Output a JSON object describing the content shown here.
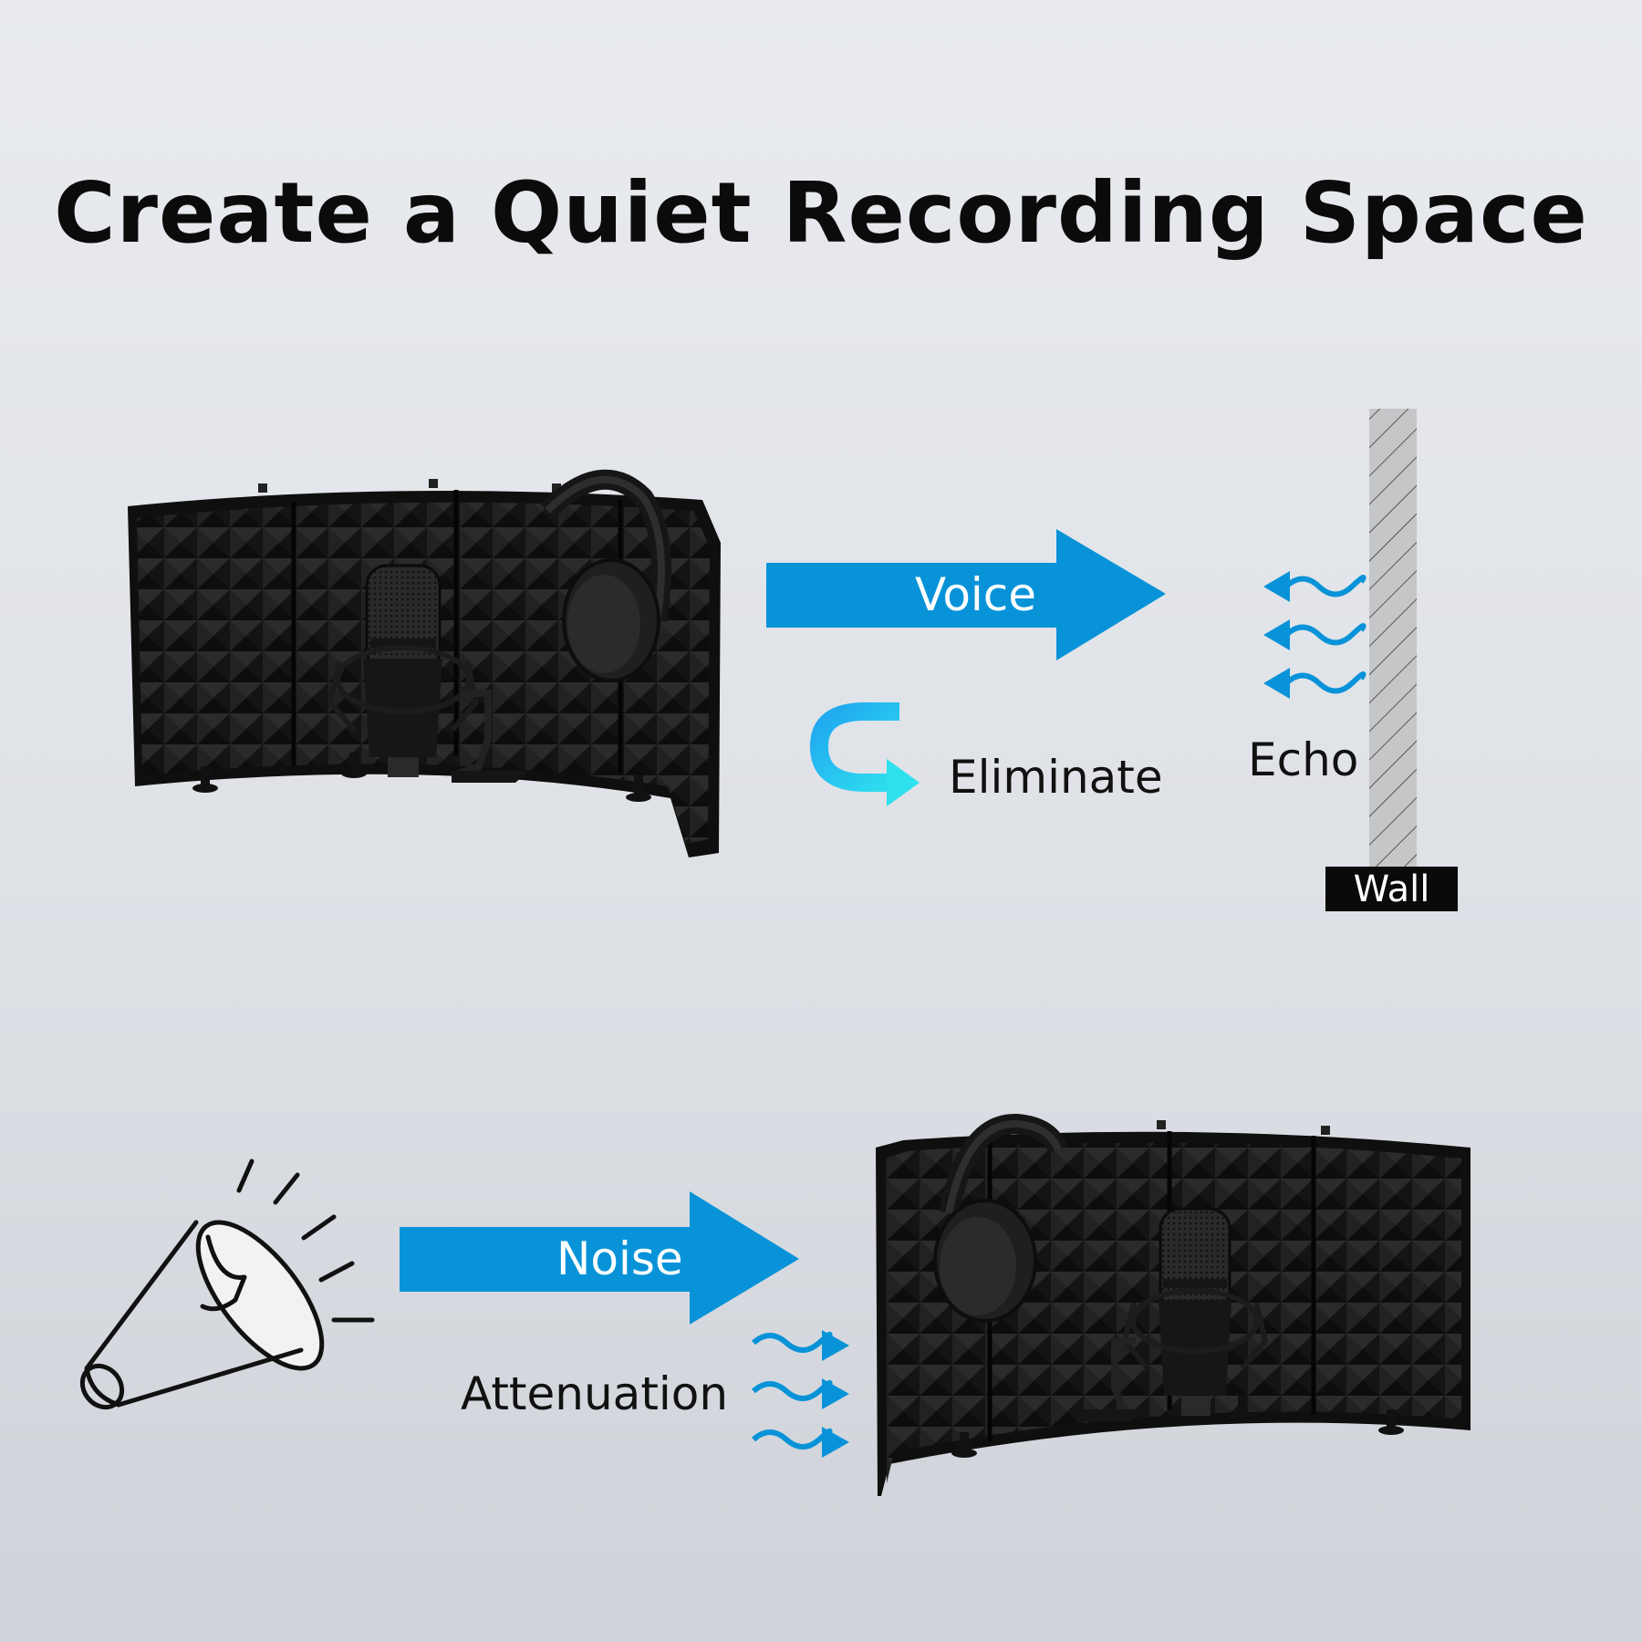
{
  "title": "Create a Quiet Recording Space",
  "labels": {
    "voice": "Voice",
    "eliminate": "Eliminate",
    "echo": "Echo",
    "wall": "Wall",
    "noise": "Noise",
    "attenuation": "Attenuation"
  },
  "colors": {
    "arrow_blue": "#0893d8",
    "cyan": "#2bd3ee",
    "foam": "#1b1b1b",
    "wall_fill": "#c4c6c8",
    "text": "#0b0b0b"
  },
  "icons": [
    "megaphone-icon",
    "u-turn-arrow-icon",
    "sound-wave-icon",
    "microphone-icon",
    "headphones-icon"
  ]
}
